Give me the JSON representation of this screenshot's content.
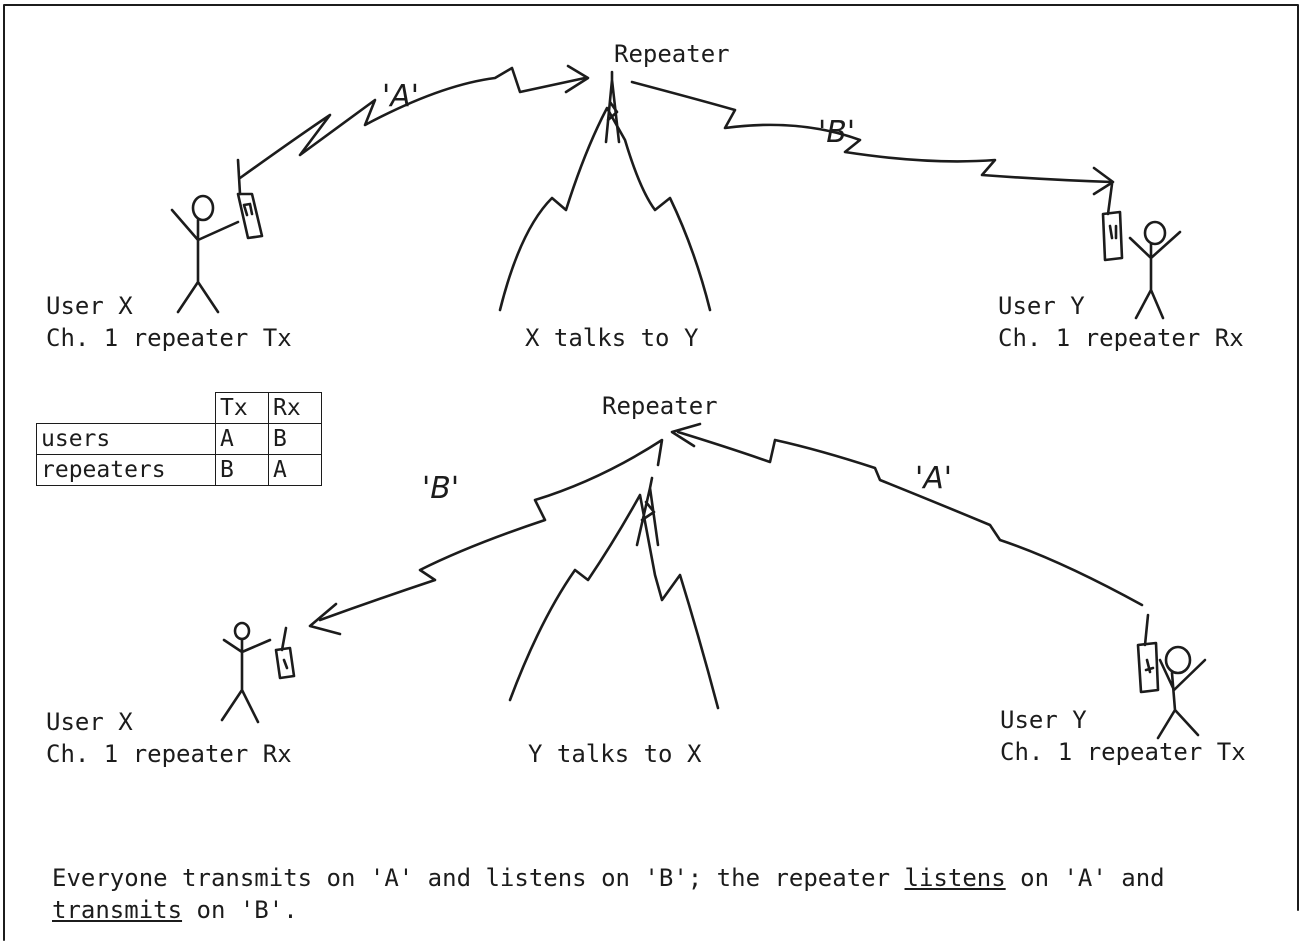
{
  "top_diagram": {
    "repeater_label": "Repeater",
    "uplink_label": "'A'",
    "downlink_label": "'B'",
    "user_x": {
      "name": "User X",
      "role": "Ch. 1 repeater Tx"
    },
    "user_y": {
      "name": "User Y",
      "role": "Ch. 1 repeater Rx"
    },
    "caption": "X talks to Y"
  },
  "bottom_diagram": {
    "repeater_label": "Repeater",
    "uplink_label": "'A'",
    "downlink_label": "'B'",
    "user_x": {
      "name": "User X",
      "role": "Ch. 1 repeater Rx"
    },
    "user_y": {
      "name": "User Y",
      "role": "Ch. 1 repeater Tx"
    },
    "caption": "Y talks to X"
  },
  "frequency_table": {
    "headers": [
      "",
      "Tx",
      "Rx"
    ],
    "rows": [
      {
        "label": "users",
        "tx": "A",
        "rx": "B"
      },
      {
        "label": "repeaters",
        "tx": "B",
        "rx": "A"
      }
    ]
  },
  "footnote": {
    "part1": "Everyone transmits on 'A' and listens on 'B'; the repeater ",
    "listens": "listens",
    "part2": " on 'A' and",
    "transmits": "transmits",
    "part3": " on 'B'."
  }
}
